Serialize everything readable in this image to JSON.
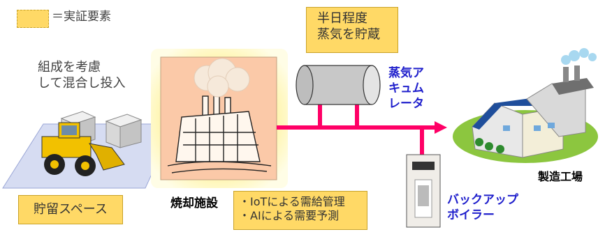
{
  "legend": {
    "label": "＝実証要素"
  },
  "compose_text": "組成を考慮\nして混合し投入",
  "storage": {
    "label": "貯留スペース"
  },
  "incineration_label": "焼却施設",
  "steam_box": "半日程度\n蒸気を貯蔵",
  "accumulator_label": "蒸気ア\nキュム\nレータ",
  "control_box": "・IoTによる需給管理\n・AIによる需要予測",
  "backup_label": "バックアップ\nボイラー",
  "factory_label": "製造工場",
  "colors": {
    "highlight": "#FFD966",
    "pipe": "#FF0066",
    "accent_text": "#1F1FCC",
    "floor": "#D6DCF2"
  }
}
